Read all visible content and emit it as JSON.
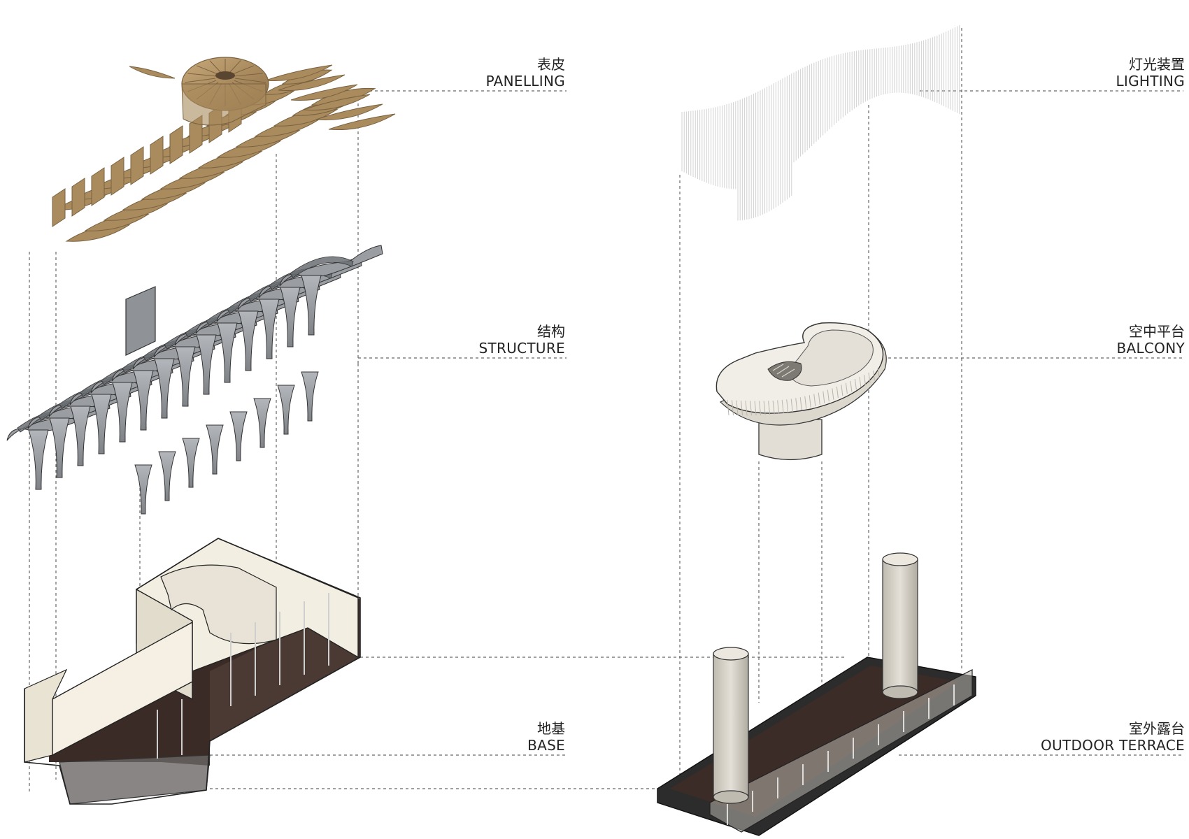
{
  "colors": {
    "panelling": "#a98b5e",
    "panelling_dark": "#7a6240",
    "structure": "#9a9ea3",
    "structure_dark": "#6a6e73",
    "base_wall": "#f3eee2",
    "base_floor": "#3a2b26",
    "balcony": "#ece9e2",
    "column": "#d6d2c8",
    "lighting": "#c9c9c9",
    "leader_line": "#666666"
  },
  "layers_left": [
    {
      "id": "panelling",
      "cn": "表皮",
      "en": "PANELLING"
    },
    {
      "id": "structure",
      "cn": "结构",
      "en": "STRUCTURE"
    },
    {
      "id": "base",
      "cn": "地基",
      "en": "BASE"
    }
  ],
  "layers_right": [
    {
      "id": "lighting",
      "cn": "灯光装置",
      "en": "LIGHTING"
    },
    {
      "id": "balcony",
      "cn": "空中平台",
      "en": "BALCONY"
    },
    {
      "id": "outdoor-terrace",
      "cn": "室外露台",
      "en": "OUTDOOR TERRACE"
    }
  ]
}
